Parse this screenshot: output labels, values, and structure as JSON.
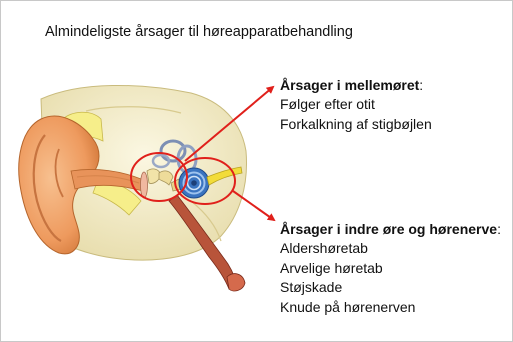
{
  "slide": {
    "title": "Almindeligste årsager til høreapparatbehandling"
  },
  "middle_ear": {
    "heading": "Årsager i mellemøret",
    "heading_suffix": ":",
    "items": [
      "Følger efter otit",
      "Forkalkning af stigbøjlen"
    ]
  },
  "inner_ear": {
    "heading": "Årsager i indre øre og hørenerve",
    "heading_suffix": ":",
    "items": [
      "Aldershøretab",
      "Arvelige høretab",
      "Støjskade",
      "Knude på hørenerven"
    ]
  },
  "colors": {
    "highlight": "#e0201b",
    "skin": "#f2a46d",
    "bone": "#f3ecc5",
    "cochlea": "#2a5fa8"
  }
}
